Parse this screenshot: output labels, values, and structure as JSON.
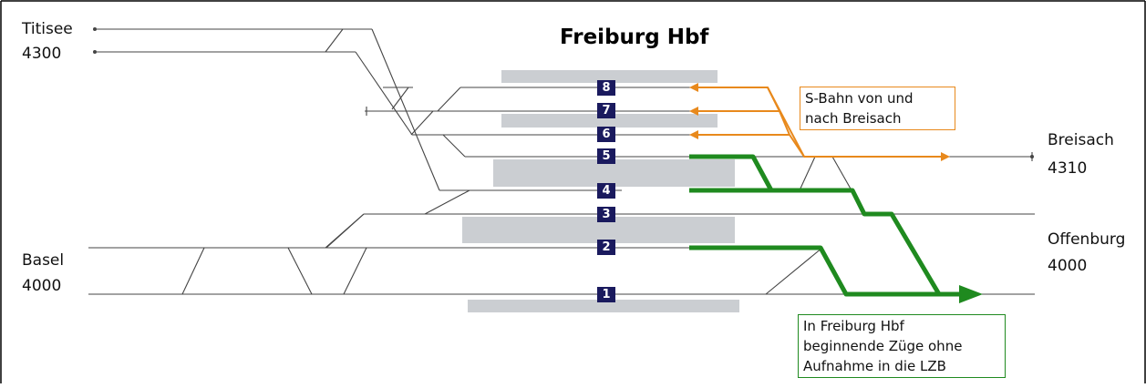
{
  "title": "Freiburg Hbf",
  "stations": {
    "titisee": {
      "name": "Titisee",
      "code": "4300"
    },
    "basel": {
      "name": "Basel",
      "code": "4000"
    },
    "breisach": {
      "name": "Breisach",
      "code": "4310"
    },
    "offenburg": {
      "name": "Offenburg",
      "code": "4000"
    }
  },
  "platform_tracks": [
    "1",
    "2",
    "3",
    "4",
    "5",
    "6",
    "7",
    "8"
  ],
  "callouts": {
    "sbahn": {
      "line1": "S-Bahn von und",
      "line2": "nach Breisach"
    },
    "lzb": {
      "line1": "In Freiburg Hbf",
      "line2": "beginnende Züge ohne",
      "line3": "Aufnahme in die LZB"
    }
  },
  "colors": {
    "track": "#333333",
    "platform": "#cbced2",
    "platform_number_bg": "#1a1a5e",
    "sbahn_route": "#e8891c",
    "lzb_route": "#1f8a1f"
  }
}
